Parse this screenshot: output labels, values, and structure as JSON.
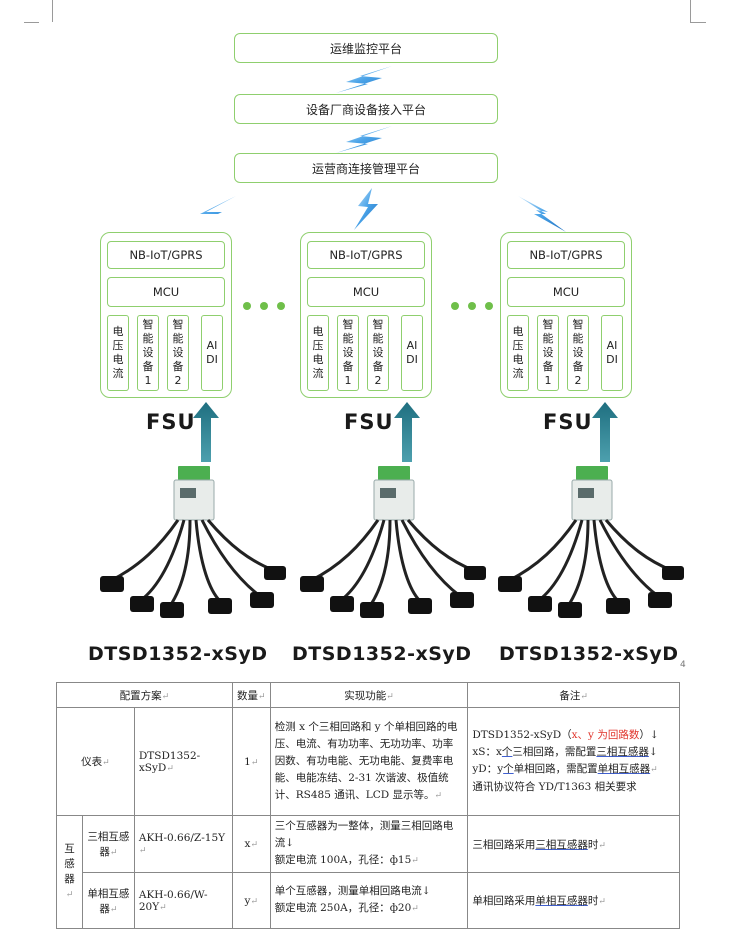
{
  "platforms": [
    "运维监控平台",
    "设备厂商设备接入平台",
    "运营商连接管理平台"
  ],
  "fsu": {
    "comm": "NB-IoT/GPRS",
    "mcu": "MCU",
    "cols": [
      [
        "电",
        "压",
        "电",
        "流"
      ],
      [
        "智",
        "能",
        "设",
        "备",
        "1"
      ],
      [
        "智",
        "能",
        "设",
        "备",
        "2"
      ],
      [
        "AI",
        "DI"
      ]
    ],
    "label": "FSU"
  },
  "meter_model": "DTSD1352-xSyD",
  "page_mark": "4",
  "colors": {
    "box_border": "#8fcf6e",
    "dot": "#6fbf4a",
    "arrow": "#2a7f8f",
    "wireless": "#2a78c8"
  },
  "icons": [
    "wireless-link-icon",
    "upload-arrow-icon",
    "power-meter-icon"
  ],
  "table": {
    "headers": [
      "配置方案",
      "数量",
      "实现功能",
      "备注"
    ],
    "mark": "↵",
    "row_meter": {
      "name": "仪表",
      "model": "DTSD1352-xSyD",
      "qty": "1",
      "func": "检测 x 个三相回路和 y 个单相回路的电压、电流、有功功率、无功功率、功率因数、有功电能、无功电能、复费率电能、电能冻结、2-31 次谐波、极值统计、RS485 通讯、LCD 显示等。",
      "note_1a": "DTSD1352-xSyD（",
      "note_1b": "x、y 为回路数",
      "note_1c": "）↓",
      "note_2a": "xS：x",
      "note_2b": "个",
      "note_2c": "三相回路，需配置",
      "note_2d": "三相互感器",
      "note_2e": "↓",
      "note_3a": "yD：y",
      "note_3b": "个",
      "note_3c": "单相回路，需配置",
      "note_3d": "单相互感器",
      "note_4": "通讯协议符合 YD/T1363 相关要求"
    },
    "group_label": "互感器",
    "row_ct3": {
      "type": "三相互感器",
      "model": "AKH-0.66/Z-15Y",
      "qty": "x",
      "func_1": "三个互感器为一整体，测量三相回路电流↓",
      "func_2": "额定电流 100A，孔径：ф15",
      "note_a": "三相回路采用",
      "note_b": "三相互感器",
      "note_c": "时"
    },
    "row_ct1": {
      "type": "单相互感器",
      "model": "AKH-0.66/W-20Y",
      "qty": "y",
      "func_1": "单个互感器，测量单相回路电流↓",
      "func_2": "额定电流 250A，孔径：ф20",
      "note_a": "单相回路采用",
      "note_b": "单相互感器",
      "note_c": "时"
    }
  }
}
